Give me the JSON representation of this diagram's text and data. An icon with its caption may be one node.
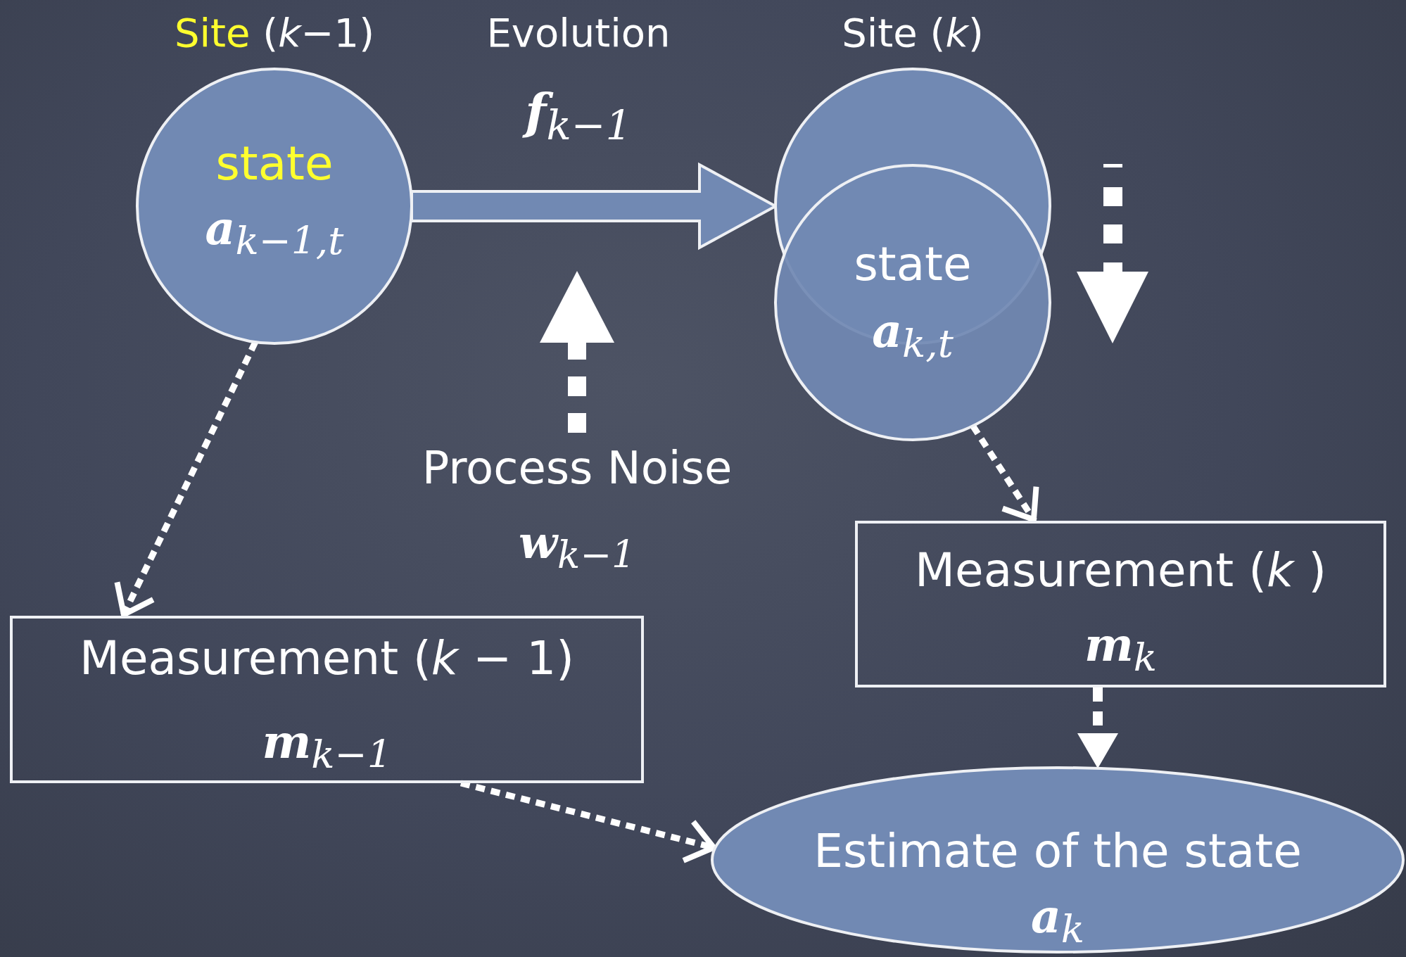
{
  "diagram": {
    "nodes": [
      {
        "text": [
          "Site (*k*−1)",
          "state",
          "**a**$_{k−1,t}$"
        ]
      },
      {
        "text": [
          "Site (*k*)"
        ]
      },
      {
        "text": [
          "state",
          "**a**$_{k,t}$"
        ]
      },
      {
        "text": [
          "Process Noise",
          "**w**$_{k−1}$"
        ]
      },
      {
        "text": [
          "Measurement (*k* − 1)",
          "**m**$_{k−1}$"
        ]
      },
      {
        "text": [
          "Measurement (*k* )",
          "**m**$_{k}$"
        ]
      },
      {
        "text": [
          "Estimate of the state",
          "**a**$_{k}$"
        ]
      }
    ],
    "edges": [
      {
        "from": 0,
        "to": 1,
        "arrow": "to",
        "style": "thick"
      },
      {
        "from": 3,
        "to": null,
        "arrow": "to",
        "style": "dashed"
      },
      {
        "from": 0,
        "to": 4,
        "arrow": "to",
        "style": "dashed"
      },
      {
        "from": 2,
        "to": 5,
        "arrow": "to",
        "style": "dashed"
      },
      {
        "from": 5,
        "to": 6,
        "arrow": "to",
        "style": "dashed"
      },
      {
        "from": 4,
        "to": 6,
        "arrow": "to",
        "style": "dashed"
      }
    ],
    "labels": [
      "Evolution",
      "**f**$_{k−1}$"
    ]
  }
}
